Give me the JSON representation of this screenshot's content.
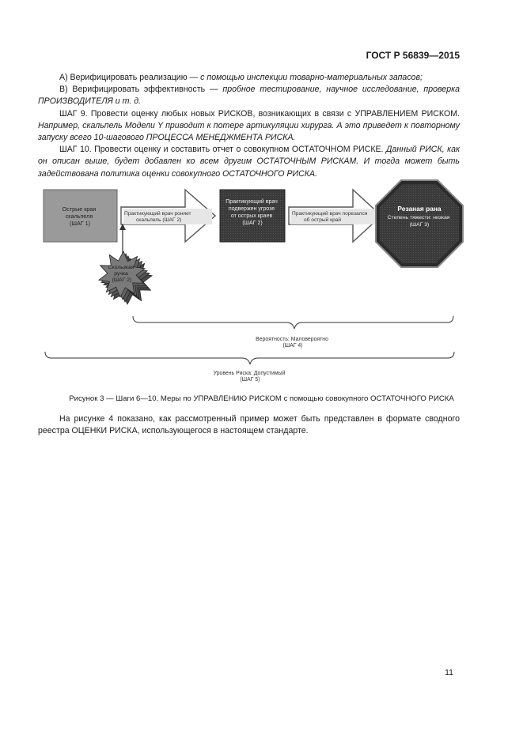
{
  "header": {
    "standard": "ГОСТ Р 56839—2015"
  },
  "body": {
    "line_a_plain": "А) Верифицировать реализацию — ",
    "line_a_italic": "с помощью инспекции товарно-материальных запасов;",
    "line_b_plain": "В) Верифицировать эффективность — ",
    "line_b_italic": "пробное тестирование, научное исследование, проверка ПРОИЗВОДИТЕЛЯ и т. д.",
    "step9_plain": "ШАГ 9. Провести оценку любых новых РИСКОВ, возникающих в связи с УПРАВЛЕНИЕМ РИСКОМ. ",
    "step9_italic": "Например, скальпель Модели Y приводит к потере артикуляции хирурга. А это приведет к повторному запуску всего 10-шагового ПРОЦЕССА МЕНЕДЖМЕНТА РИСКА.",
    "step10_plain": "ШАГ 10. Провести оценку и составить отчет о совокупном ОСТАТОЧНОМ РИСКЕ. ",
    "step10_italic": "Данный РИСК, как он описан выше, будет добавлен ко всем другим ОСТАТОЧНЫМ РИСКАМ. И тогда может быть задействована политика оценки совокупного ОСТАТОЧНОГО РИСКА."
  },
  "diagram": {
    "box1": [
      "Острые края",
      "скальпеля",
      "(ШАГ 1)"
    ],
    "arrow1": [
      "Практикующий врач роняет",
      "скальпель (ШАГ 2)"
    ],
    "box2": [
      "Практикующий врач",
      "подвержен угрозе",
      "от острых краев",
      "(ШАГ 2)"
    ],
    "arrow2": [
      "Практикующий врач порезался",
      "об острый край"
    ],
    "octagon_title": "Резаная рана",
    "octagon_lines": [
      "Степень тяжести: низкая",
      "(ШАГ 3)"
    ],
    "star": [
      "Скользкая",
      "ручка",
      "(ШАГ 2)"
    ],
    "brace1": [
      "Вероятность: Маловероятно",
      "(ШАГ 4)"
    ],
    "brace2": [
      "Уровень Риска: Допустимый",
      "(ШАГ 5)"
    ]
  },
  "caption": "Рисунок 3 — Шаги 6—10. Меры по УПРАВЛЕНИЮ РИСКОМ с помощью совокупного ОСТАТОЧНОГО РИСКА",
  "closing": "На рисунке 4 показано, как рассмотренный пример может быть представлен в формате сводного реестра ОЦЕНКИ РИСКА, использующегося в настоящем стандарте.",
  "page_number": "11"
}
